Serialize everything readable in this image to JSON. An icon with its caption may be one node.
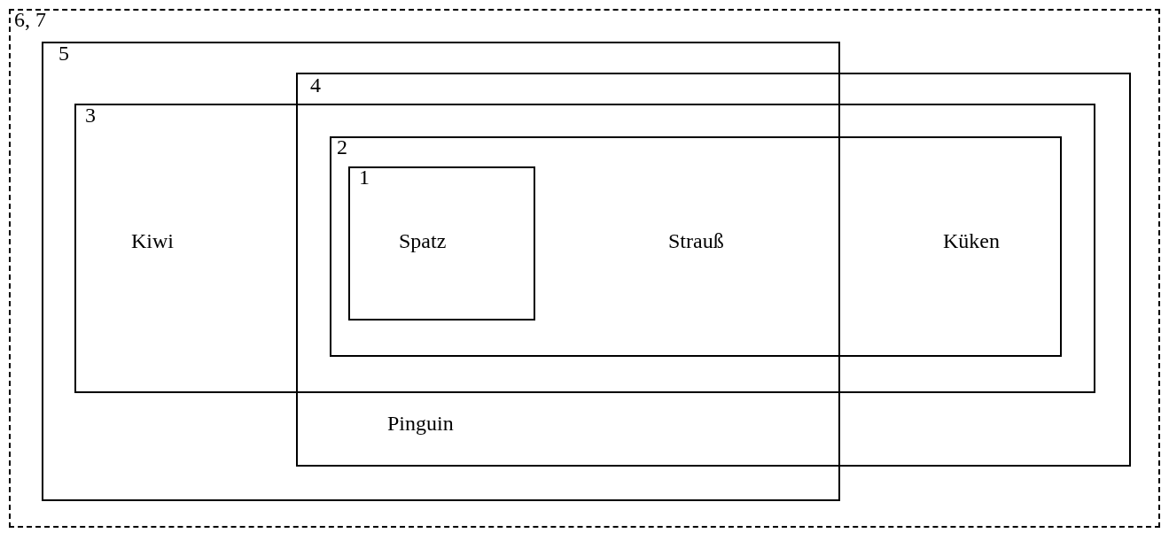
{
  "diagram": {
    "nodes": [
      {
        "text": [
          "6, 7"
        ]
      },
      {
        "text": [
          "5"
        ],
        "in": 0
      },
      {
        "text": [
          "4"
        ],
        "in": 0
      },
      {
        "text": [
          "3"
        ],
        "in": 0
      },
      {
        "text": [
          "2",
          "Strauß"
        ]
      },
      {
        "text": [
          "1",
          "Spatz"
        ]
      }
    ],
    "labels": [
      "Kiwi",
      "Küken",
      "Pinguin"
    ]
  }
}
